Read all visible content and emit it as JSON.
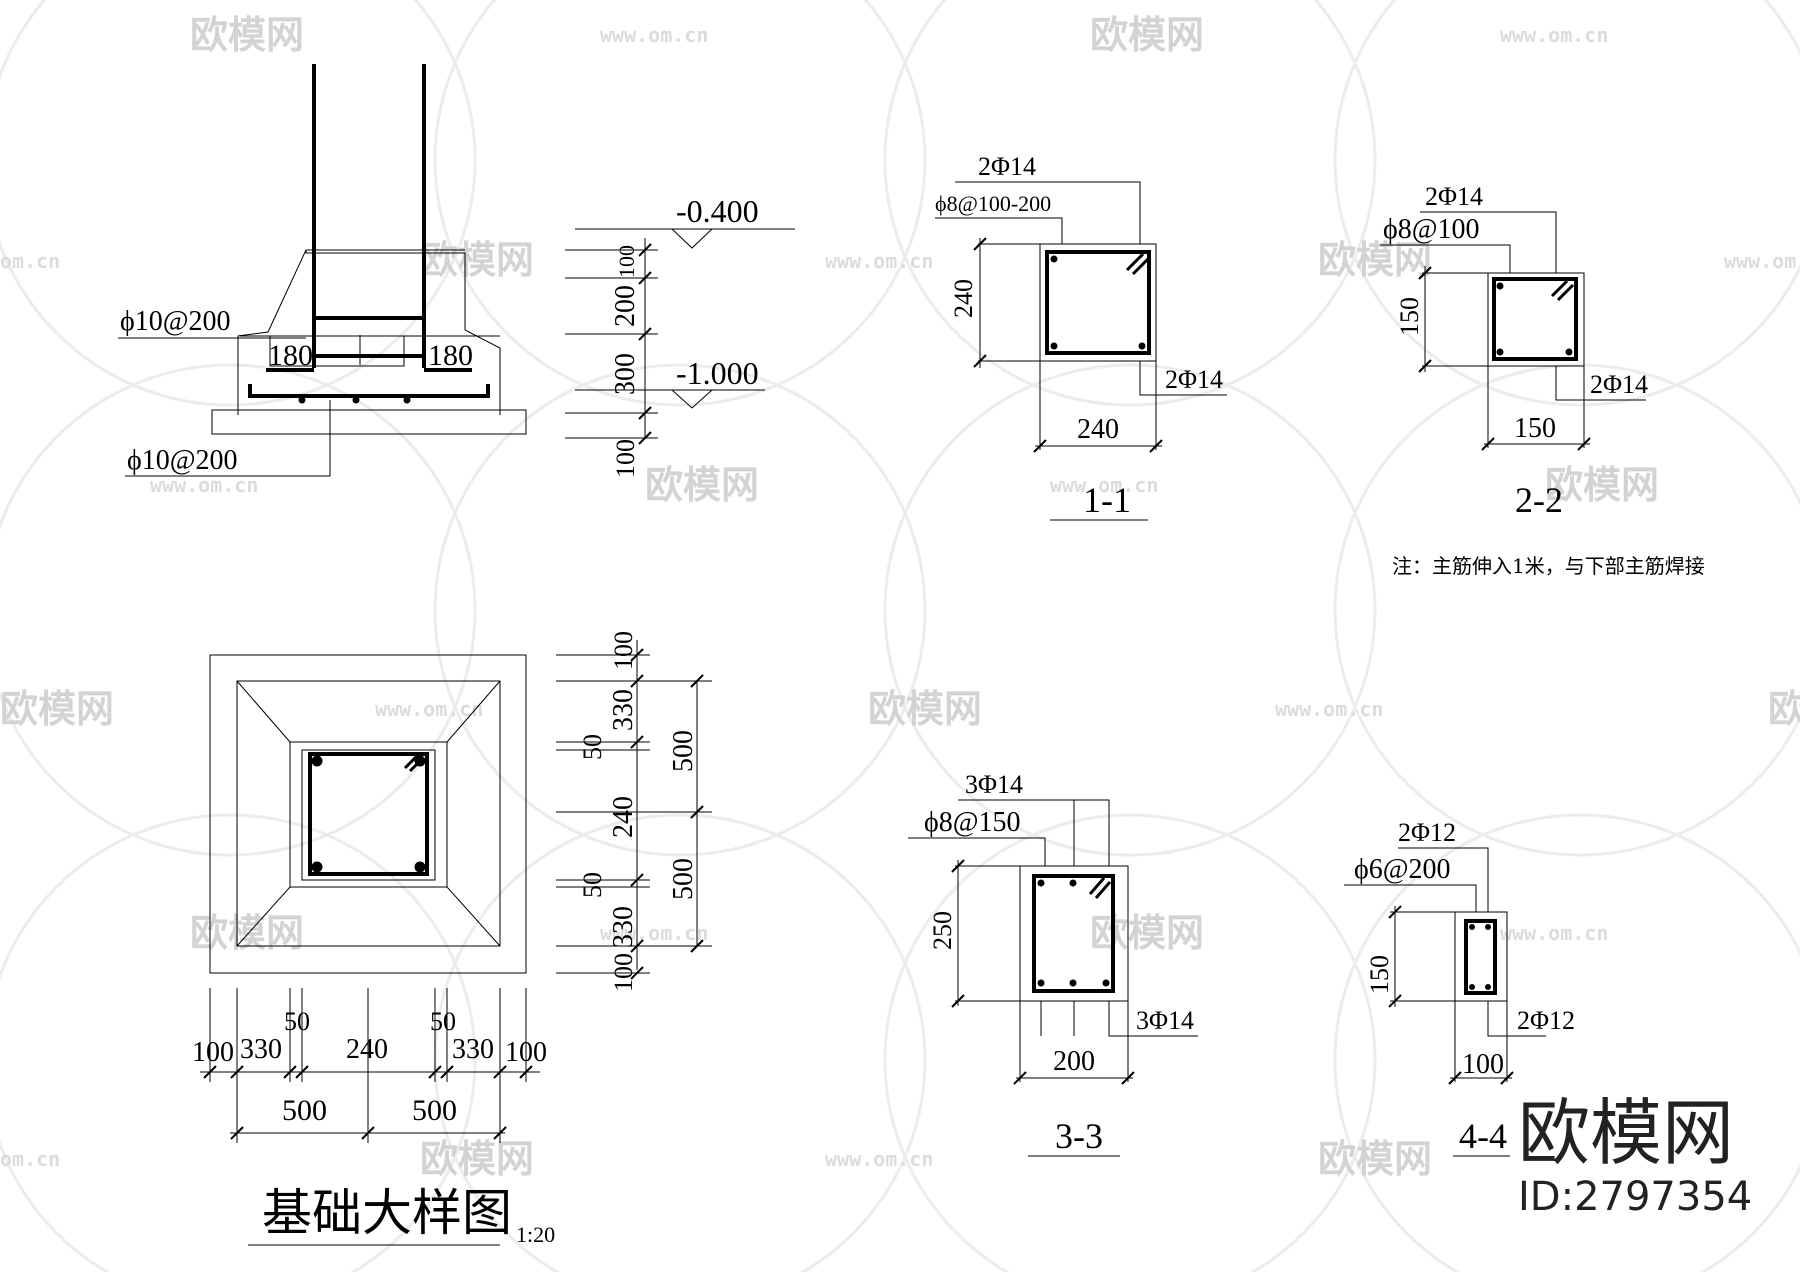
{
  "watermark": {
    "brand": "欧模网",
    "url": "www.om.cn",
    "url_short": "om.cn"
  },
  "brand": {
    "name": "欧模网",
    "id": "ID:2797354"
  },
  "elevation": {
    "rebar_top": "ϕ10@200",
    "rebar_bottom": "ϕ10@200",
    "offset_left": "180",
    "offset_right": "180",
    "level_top": "-0.400",
    "level_bottom": "-1.000",
    "dims": [
      "100",
      "200",
      "300",
      "100"
    ]
  },
  "plan": {
    "title": "基础大样图",
    "scale": "1:20",
    "dims_vertical": [
      "100",
      "330",
      "50",
      "240",
      "50",
      "330",
      "100"
    ],
    "dims_vertical_total": [
      "500",
      "500"
    ],
    "dims_horizontal": [
      "100",
      "330",
      "50",
      "240",
      "50",
      "330",
      "100"
    ],
    "dims_horizontal_total": [
      "500",
      "500"
    ]
  },
  "sections": [
    {
      "id": "1-1",
      "top_bar": "2Φ14",
      "stirrup": "ϕ8@100-200",
      "bottom_bar": "2Φ14",
      "height": "240",
      "width": "240"
    },
    {
      "id": "2-2",
      "top_bar": "2Φ14",
      "stirrup": "ϕ8@100",
      "bottom_bar": "2Φ14",
      "height": "150",
      "width": "150"
    },
    {
      "id": "3-3",
      "top_bar": "3Φ14",
      "stirrup": "ϕ8@150",
      "bottom_bar": "3Φ14",
      "height": "250",
      "width": "200"
    },
    {
      "id": "4-4",
      "top_bar": "2Φ12",
      "stirrup": "ϕ6@200",
      "bottom_bar": "2Φ12",
      "height": "150",
      "width": "100"
    }
  ],
  "note": "注：主筋伸入1米，与下部主筋焊接"
}
